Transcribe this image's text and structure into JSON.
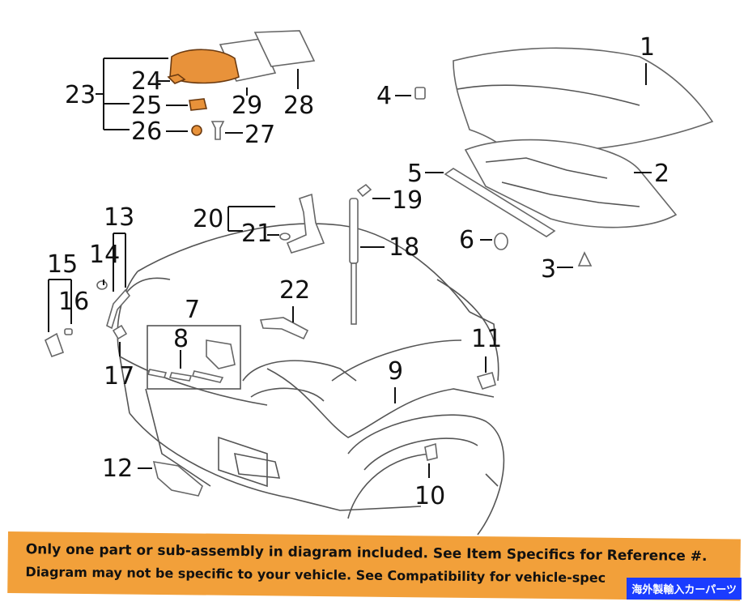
{
  "callouts": {
    "c1": "1",
    "c2": "2",
    "c3": "3",
    "c4": "4",
    "c5": "5",
    "c6": "6",
    "c7": "7",
    "c8": "8",
    "c9": "9",
    "c10": "10",
    "c11": "11",
    "c12": "12",
    "c13": "13",
    "c14": "14",
    "c15": "15",
    "c16": "16",
    "c17": "17",
    "c18": "18",
    "c19": "19",
    "c20": "20",
    "c21": "21",
    "c22": "22",
    "c23": "23",
    "c24": "24",
    "c25": "25",
    "c26": "26",
    "c27": "27",
    "c28": "28",
    "c29": "29"
  },
  "banner": {
    "line1": "Only one part or sub-assembly in diagram included. See Item Specifics for Reference #.",
    "line2": "Diagram may not be specific to your vehicle. See Compatibility for vehicle-spec",
    "badge": "海外製輸入カーパーツ"
  },
  "colors": {
    "highlight": "#e8923a",
    "banner": "#f2a03a",
    "badge": "#1a3cff"
  }
}
